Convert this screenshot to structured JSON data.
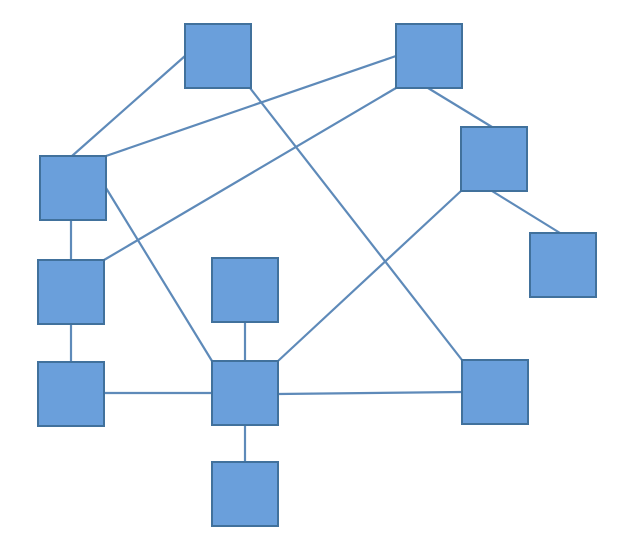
{
  "colors": {
    "node_fill": "#6a9fdb",
    "node_stroke": "#41719c",
    "edge": "#5e8ab9",
    "background": "#ffffff"
  },
  "diagram": {
    "nodes": [
      {
        "id": "n1"
      },
      {
        "id": "n2"
      },
      {
        "id": "n3"
      },
      {
        "id": "n4"
      },
      {
        "id": "n5"
      },
      {
        "id": "n6"
      },
      {
        "id": "n7"
      },
      {
        "id": "n8"
      },
      {
        "id": "n9"
      },
      {
        "id": "n10"
      },
      {
        "id": "n11"
      },
      {
        "id": "n12"
      }
    ],
    "edges": [
      [
        "n1",
        "n3"
      ],
      [
        "n1",
        "n11"
      ],
      [
        "n2",
        "n3"
      ],
      [
        "n2",
        "n4"
      ],
      [
        "n2",
        "n5"
      ],
      [
        "n5",
        "n6"
      ],
      [
        "n5",
        "n9"
      ],
      [
        "n3",
        "n4"
      ],
      [
        "n3",
        "n9"
      ],
      [
        "n4",
        "n7"
      ],
      [
        "n7",
        "n9"
      ],
      [
        "n8",
        "n9"
      ],
      [
        "n9",
        "n10"
      ],
      [
        "n9",
        "n11"
      ]
    ]
  }
}
